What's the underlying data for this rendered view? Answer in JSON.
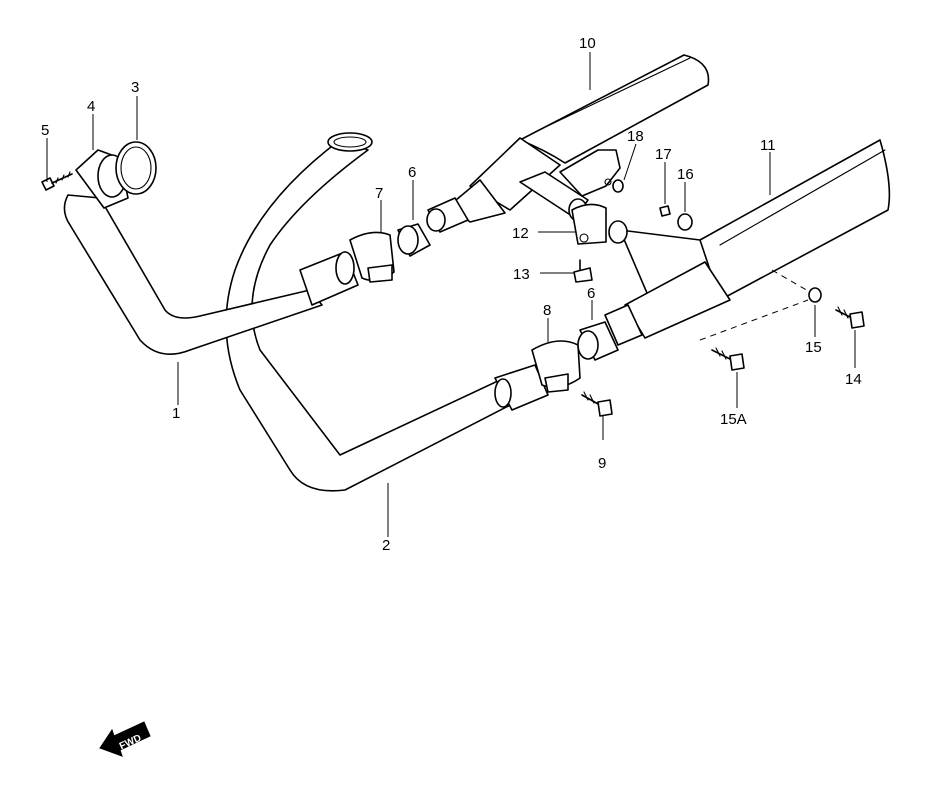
{
  "callouts": [
    {
      "id": "c1",
      "text": "1"
    },
    {
      "id": "c2",
      "text": "2"
    },
    {
      "id": "c3",
      "text": "3"
    },
    {
      "id": "c4",
      "text": "4"
    },
    {
      "id": "c5",
      "text": "5"
    },
    {
      "id": "c6a",
      "text": "6"
    },
    {
      "id": "c6b",
      "text": "6"
    },
    {
      "id": "c7",
      "text": "7"
    },
    {
      "id": "c8",
      "text": "8"
    },
    {
      "id": "c9",
      "text": "9"
    },
    {
      "id": "c10",
      "text": "10"
    },
    {
      "id": "c11",
      "text": "11"
    },
    {
      "id": "c12",
      "text": "12"
    },
    {
      "id": "c13",
      "text": "13"
    },
    {
      "id": "c14",
      "text": "14"
    },
    {
      "id": "c15",
      "text": "15"
    },
    {
      "id": "c15a",
      "text": "15A"
    },
    {
      "id": "c16",
      "text": "16"
    },
    {
      "id": "c17",
      "text": "17"
    },
    {
      "id": "c18",
      "text": "18"
    }
  ],
  "fwd_indicator": {
    "text": "FWD"
  },
  "icons": {
    "fwd_arrow": "fwd-arrow-icon"
  }
}
